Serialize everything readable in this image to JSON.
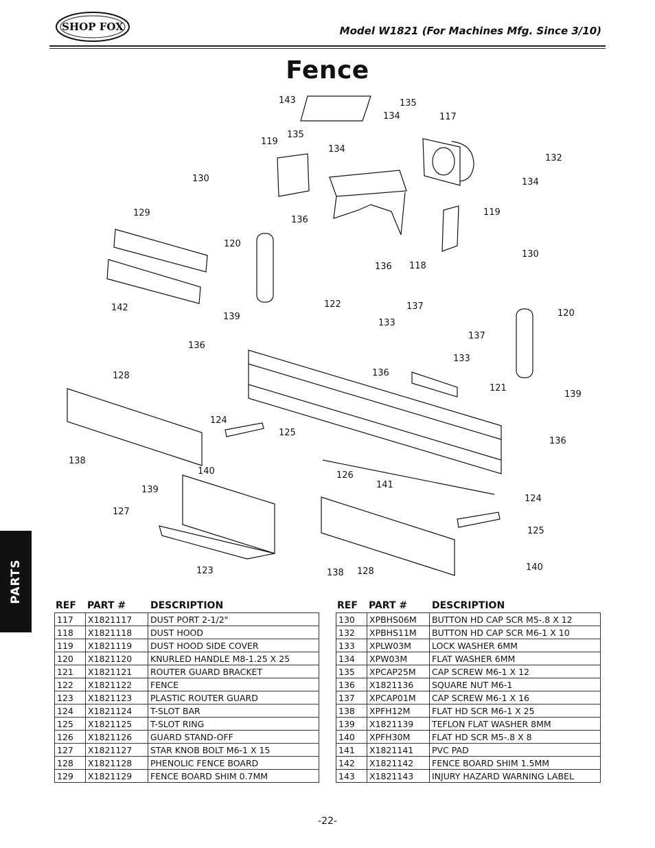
{
  "header": {
    "logo_text": "SHOP FOX",
    "model": "Model W1821 (For Machines Mfg. Since 3/10)"
  },
  "title": "Fence",
  "side_tab": "PARTS",
  "callouts": [
    {
      "label": "143"
    },
    {
      "label": "135"
    },
    {
      "label": "134"
    },
    {
      "label": "117"
    },
    {
      "label": "135"
    },
    {
      "label": "119"
    },
    {
      "label": "134"
    },
    {
      "label": "132"
    },
    {
      "label": "130"
    },
    {
      "label": "134"
    },
    {
      "label": "129"
    },
    {
      "label": "136"
    },
    {
      "label": "119"
    },
    {
      "label": "120"
    },
    {
      "label": "136"
    },
    {
      "label": "118"
    },
    {
      "label": "130"
    },
    {
      "label": "142"
    },
    {
      "label": "122"
    },
    {
      "label": "137"
    },
    {
      "label": "139"
    },
    {
      "label": "133"
    },
    {
      "label": "120"
    },
    {
      "label": "137"
    },
    {
      "label": "136"
    },
    {
      "label": "133"
    },
    {
      "label": "136"
    },
    {
      "label": "121"
    },
    {
      "label": "128"
    },
    {
      "label": "139"
    },
    {
      "label": "124"
    },
    {
      "label": "125"
    },
    {
      "label": "136"
    },
    {
      "label": "138"
    },
    {
      "label": "140"
    },
    {
      "label": "126"
    },
    {
      "label": "141"
    },
    {
      "label": "139"
    },
    {
      "label": "124"
    },
    {
      "label": "127"
    },
    {
      "label": "125"
    },
    {
      "label": "123"
    },
    {
      "label": "138"
    },
    {
      "label": "128"
    },
    {
      "label": "140"
    }
  ],
  "table_headers": {
    "ref": "REF",
    "part": "PART #",
    "desc": "DESCRIPTION"
  },
  "parts_left": [
    {
      "ref": "117",
      "part": "X1821117",
      "desc": "DUST PORT 2-1/2\""
    },
    {
      "ref": "118",
      "part": "X1821118",
      "desc": "DUST HOOD"
    },
    {
      "ref": "119",
      "part": "X1821119",
      "desc": "DUST HOOD SIDE COVER"
    },
    {
      "ref": "120",
      "part": "X1821120",
      "desc": "KNURLED HANDLE M8-1.25 X 25"
    },
    {
      "ref": "121",
      "part": "X1821121",
      "desc": "ROUTER GUARD BRACKET"
    },
    {
      "ref": "122",
      "part": "X1821122",
      "desc": "FENCE"
    },
    {
      "ref": "123",
      "part": "X1821123",
      "desc": "PLASTIC ROUTER GUARD"
    },
    {
      "ref": "124",
      "part": "X1821124",
      "desc": "T-SLOT BAR"
    },
    {
      "ref": "125",
      "part": "X1821125",
      "desc": "T-SLOT RING"
    },
    {
      "ref": "126",
      "part": "X1821126",
      "desc": "GUARD STAND-OFF"
    },
    {
      "ref": "127",
      "part": "X1821127",
      "desc": "STAR KNOB BOLT M6-1 X 15"
    },
    {
      "ref": "128",
      "part": "X1821128",
      "desc": "PHENOLIC FENCE BOARD"
    },
    {
      "ref": "129",
      "part": "X1821129",
      "desc": "FENCE BOARD SHIM 0.7MM"
    }
  ],
  "parts_right": [
    {
      "ref": "130",
      "part": "XPBHS06M",
      "desc": "BUTTON HD CAP SCR M5-.8 X 12"
    },
    {
      "ref": "132",
      "part": "XPBHS11M",
      "desc": "BUTTON HD CAP SCR M6-1 X 10"
    },
    {
      "ref": "133",
      "part": "XPLW03M",
      "desc": "LOCK WASHER 6MM"
    },
    {
      "ref": "134",
      "part": "XPW03M",
      "desc": "FLAT WASHER 6MM"
    },
    {
      "ref": "135",
      "part": "XPCAP25M",
      "desc": "CAP SCREW M6-1 X 12"
    },
    {
      "ref": "136",
      "part": "X1821136",
      "desc": "SQUARE NUT M6-1"
    },
    {
      "ref": "137",
      "part": "XPCAP01M",
      "desc": "CAP SCREW M6-1 X 16"
    },
    {
      "ref": "138",
      "part": "XPFH12M",
      "desc": "FLAT HD SCR M6-1 X 25"
    },
    {
      "ref": "139",
      "part": "X1821139",
      "desc": "TEFLON FLAT WASHER 8MM"
    },
    {
      "ref": "140",
      "part": "XPFH30M",
      "desc": "FLAT HD SCR M5-.8 X 8"
    },
    {
      "ref": "141",
      "part": "X1821141",
      "desc": "PVC PAD"
    },
    {
      "ref": "142",
      "part": "X1821142",
      "desc": "FENCE BOARD SHIM 1.5MM"
    },
    {
      "ref": "143",
      "part": "X1821143",
      "desc": "INJURY HAZARD WARNING LABEL"
    }
  ],
  "page_number": "-22-"
}
